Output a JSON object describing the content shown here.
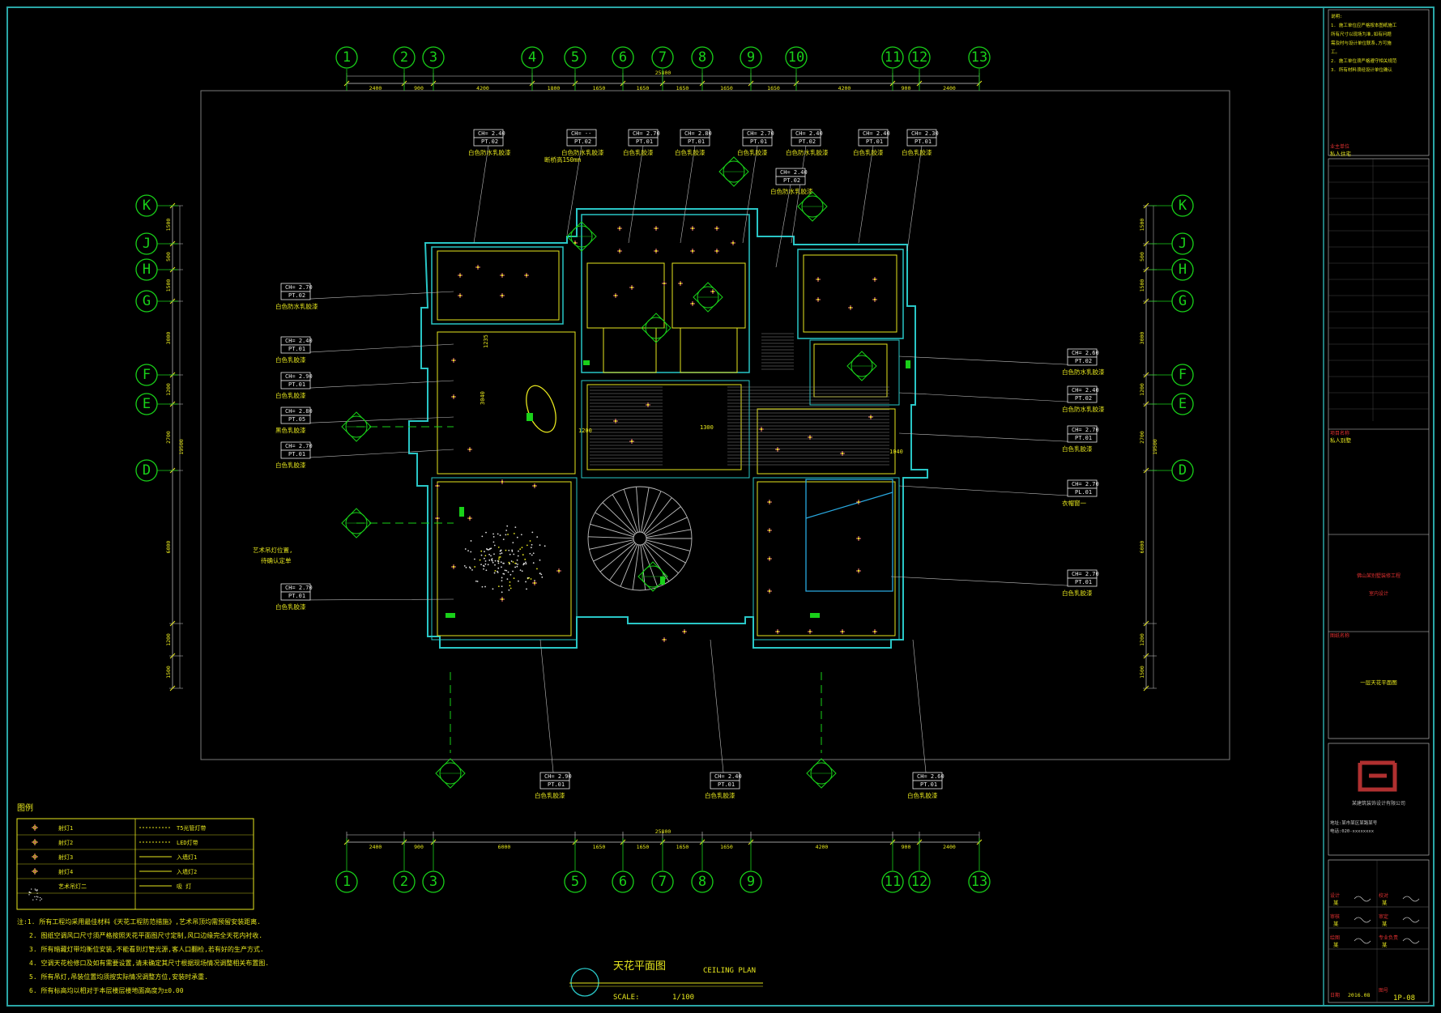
{
  "drawing": {
    "title_cn": "天花平面图",
    "title_en": "CEILING PLAN",
    "scale_label": "SCALE:",
    "scale_value": "1/100"
  },
  "grid": {
    "columns": [
      "1",
      "2",
      "3",
      "4",
      "5",
      "6",
      "7",
      "8",
      "9",
      "10",
      "11",
      "12",
      "13"
    ],
    "columns_bottom": [
      "1",
      "2",
      "3",
      "5",
      "6",
      "7",
      "8",
      "9",
      "11",
      "12",
      "13"
    ],
    "rows_left": [
      "K",
      "J",
      "H",
      "G",
      "F",
      "E",
      "D"
    ],
    "rows_right": [
      "K",
      "J",
      "H",
      "G",
      "F",
      "E",
      "D"
    ],
    "top_dims": [
      "2400",
      "900",
      "4200",
      "1800",
      "1650",
      "1650",
      "1650",
      "1650",
      "1650",
      "4200",
      "900",
      "2400"
    ],
    "top_total": "25800",
    "bottom_dims": [
      "2400",
      "900",
      "6000",
      "1650",
      "1650",
      "1650",
      "1650",
      "4200",
      "900",
      "2400"
    ],
    "bottom_total": "25800",
    "left_dims": [
      "1500",
      "500",
      "1500",
      "3000",
      "1200",
      "2700",
      "6000",
      "1200",
      "1500"
    ],
    "left_total": "19500",
    "right_dims": [
      "1500",
      "500",
      "1500",
      "3000",
      "1200",
      "2700",
      "6000",
      "1200",
      "1500"
    ],
    "right_total": "19500"
  },
  "tags": [
    {
      "ch": "CH= 2.40",
      "code": "PT.02",
      "note": "白色防水乳胶漆"
    },
    {
      "ch": "CH= --",
      "code": "PT.02",
      "note": "白色防水乳胶漆"
    },
    {
      "ch": "CH= 2.70",
      "code": "PT.01",
      "note": "白色乳胶漆"
    },
    {
      "ch": "CH= 2.80",
      "code": "PT.01",
      "note": "白色乳胶漆"
    },
    {
      "ch": "CH= 2.70",
      "code": "PT.01",
      "note": "白色乳胶漆"
    },
    {
      "ch": "CH= 2.40",
      "code": "PT.02",
      "note": "白色防水乳胶漆"
    },
    {
      "ch": "CH= 2.40",
      "code": "PT.01",
      "note": "白色乳胶漆"
    },
    {
      "ch": "CH= 2.30",
      "code": "PT.01",
      "note": "白色乳胶漆"
    },
    {
      "ch": "CH= 2.40",
      "code": "PT.02",
      "note": "白色防水乳胶漆"
    },
    {
      "ch": "CH= 2.70",
      "code": "PT.02",
      "note": "白色防水乳胶漆"
    },
    {
      "ch": "CH= 2.40",
      "code": "PT.01",
      "note": "白色乳胶漆"
    },
    {
      "ch": "CH= 2.90",
      "code": "PT.01",
      "note": "白色乳胶漆"
    },
    {
      "ch": "CH= 2.80",
      "code": "PT.05",
      "note": "黑色乳胶漆"
    },
    {
      "ch": "CH= 2.70",
      "code": "PT.01",
      "note": "白色乳胶漆"
    },
    {
      "ch": "CH= 2.70",
      "code": "PT.01",
      "note": "白色乳胶漆"
    },
    {
      "ch": "CH= 2.60",
      "code": "PT.02",
      "note": "白色防水乳胶漆"
    },
    {
      "ch": "CH= 2.40",
      "code": "PT.02",
      "note": "白色防水乳胶漆"
    },
    {
      "ch": "CH= 2.70",
      "code": "PT.01",
      "note": "白色乳胶漆"
    },
    {
      "ch": "CH= 2.70",
      "code": "PL.01",
      "note": "衣帽窗一"
    },
    {
      "ch": "CH= 2.70",
      "code": "PT.01",
      "note": "白色乳胶漆"
    },
    {
      "ch": "CH= 2.90",
      "code": "PT.01",
      "note": "白色乳胶漆"
    },
    {
      "ch": "CH= 2.40",
      "code": "PT.01",
      "note": "白色乳胶漆"
    },
    {
      "ch": "CH= 2.60",
      "code": "PT.01",
      "note": "白色乳胶漆"
    }
  ],
  "annotations": {
    "drain_note": "断桥高150mm",
    "art_light": "艺术吊灯位置,",
    "art_light2": "待确认定单",
    "dim_1200": "1200",
    "dim_1300": "1300",
    "dim_1040": "1040",
    "dim_3040": "3040",
    "dim_1235": "1235"
  },
  "legend": {
    "title": "图例",
    "items_left": [
      "射灯1",
      "射灯2",
      "射灯3",
      "射灯4",
      "艺术吊灯二"
    ],
    "items_right": [
      "T5光管灯带",
      "LED灯带",
      "入墙灯1",
      "入墙灯2",
      "吸 灯"
    ]
  },
  "notes": {
    "lines": [
      "注:1. 所有工程均采用最佳材料《天花工程防范措施》,艺术吊顶均需预留安装距离.",
      "2. 图纸空调风口尺寸须严格按照天花平面图尺寸定制,风口边缘完全天花内衬收.",
      "3. 所有暗藏灯带均衡位安装,不能看到灯管光源,客人口翻检,若有好的生产方式.",
      "4. 空调天花检修口及如有需要设置,请未确定其尺寸根据现场情况调整相关布置图.",
      "5. 所有吊灯,吊装位置均须按实际情况调整方位,安装时承重.",
      "6. 所有标高均以相对于本层楼层楼地面高度为±0.00"
    ]
  },
  "titleblock": {
    "notes_header": "说明",
    "notes_lines": [
      "说明:",
      "1. 施工单位应严格按本图纸施工",
      "所有尺寸以现场为准,如有问题",
      "需及时与设计单位联系,方可施",
      "工。",
      "2. 施工单位须严格遵守相关规范",
      "3. 所有材料须经设计单位确认"
    ],
    "client_label": "业主单位",
    "client_value": "私人住宅",
    "project_label": "项目名称",
    "project_value": "私人别墅",
    "project_name": "佛山某别墅装修工程",
    "project_sub": "室内设计",
    "drawing_label": "图纸名称",
    "drawing_value": "一层天花平面图",
    "logo_caption": "某建筑装饰设计有限公司",
    "address": "地址:某市某区某路某号",
    "phone": "电话:020-xxxxxxxx",
    "roles": [
      "设计",
      "校对",
      "审核",
      "审定",
      "绘图",
      "专业负责"
    ],
    "role_values": [
      "某",
      "某",
      "某",
      "某",
      "某",
      "某"
    ],
    "date_label": "日期",
    "date_value": "2016.08",
    "sheet_label": "图号",
    "sheet_value": "1P-08"
  },
  "colors": {
    "grid": "#19d119",
    "wall": "#29c6c6",
    "frame": "#2aa6a6",
    "text": "#e6e61e",
    "tag": "#e8e8e8",
    "accent_red": "#e03030",
    "logo": "#b03030"
  }
}
